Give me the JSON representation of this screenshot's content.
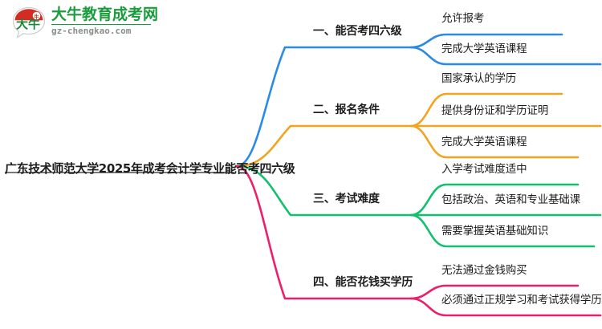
{
  "logo": {
    "name": "大牛教育成考网",
    "domain": "gz-chengkao.com",
    "mark_text": "大牛",
    "brand_green": "#1a9c3c",
    "brand_red": "#d42b22"
  },
  "mindmap": {
    "root": {
      "label": "广东技术师范大学2025年成考会计学专业能否考四六级"
    },
    "branches": [
      {
        "label": "一、能否考四六级",
        "color": "#2b8ae8",
        "children": [
          {
            "label": "允许报考"
          },
          {
            "label": "完成大学英语课程"
          }
        ]
      },
      {
        "label": "二、报名条件",
        "color": "#f0a41f",
        "children": [
          {
            "label": "国家承认的学历"
          },
          {
            "label": "提供身份证和学历证明"
          },
          {
            "label": "完成大学英语课程"
          }
        ]
      },
      {
        "label": "三、考试难度",
        "color": "#10c16c",
        "children": [
          {
            "label": "入学考试难度适中"
          },
          {
            "label": "包括政治、英语和专业基础课"
          },
          {
            "label": "需要掌握英语基础知识"
          }
        ]
      },
      {
        "label": "四、能否花钱买学历",
        "color": "#ee1f6a",
        "children": [
          {
            "label": "无法通过金钱购买"
          },
          {
            "label": "必须通过正规学习和考试获得学历"
          }
        ]
      }
    ]
  }
}
